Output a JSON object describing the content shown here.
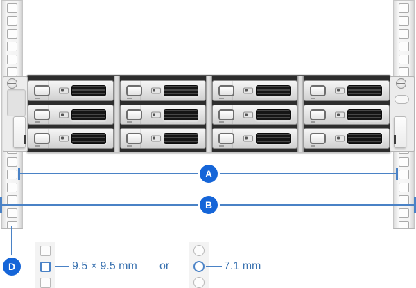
{
  "diagram": {
    "title": "rackmount-rail-hole-spacing-diagram",
    "colors": {
      "badge_blue": "#1565d8",
      "line_blue": "#4a82c6",
      "label_blue": "#3a72b0",
      "rail_face": "#f3f3f3",
      "chassis_dark": "#2d2d2d"
    }
  },
  "annotations": {
    "a": {
      "label": "A"
    },
    "b": {
      "label": "B"
    },
    "d": {
      "label": "D"
    }
  },
  "hole_samples": {
    "separator": "or",
    "square": {
      "label": "9.5 × 9.5 mm",
      "count": 3,
      "highlight_index": 1
    },
    "round": {
      "label": "7.1 mm",
      "count": 3,
      "highlight_index": 1
    }
  },
  "rack": {
    "rail_hole_count": 18
  },
  "server": {
    "rows": 3,
    "columns": 4,
    "drive_bays": 12
  }
}
